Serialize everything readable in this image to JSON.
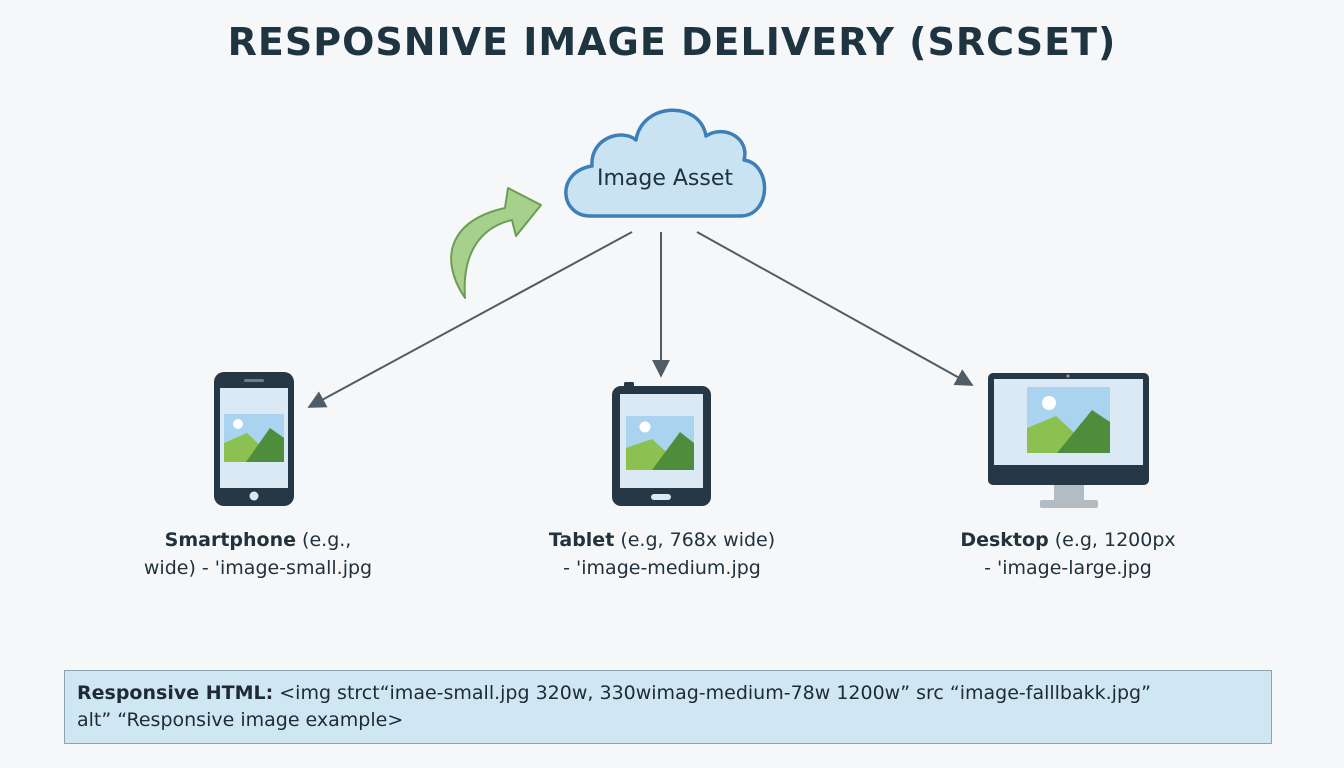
{
  "title": "RESPOSNIVE IMAGE DELIVERY (SRCSET)",
  "cloud": {
    "label": "Image Asset"
  },
  "devices": [
    {
      "name": "Smartphone",
      "line1": " (e.g.,",
      "line2": "wide) - 'image-small.jpg"
    },
    {
      "name": "Tablet",
      "line1": " (e.g, 768x wide)",
      "line2": " - 'image-medium.jpg"
    },
    {
      "name": "Desktop",
      "line1": " (e.g, 1200px",
      "line2": " - 'image-large.jpg"
    }
  ],
  "code": {
    "label": "Responsive HTML:",
    "line1": " <img strct“imae-small.jpg 320w, 330wimag-medium-78w 1200w”  src “image-falllbakk.jpg”",
    "line2": "alt” “Responsive image example>"
  },
  "colors": {
    "cloud_fill": "#c9e3f3",
    "cloud_stroke": "#3d7fb8",
    "arrow": "#505c66",
    "green_arrow": "#a8d08d",
    "device_body": "#263746",
    "screen": "#dbe9f4",
    "sky": "#a9d3ef",
    "hill_light": "#8cc152",
    "hill_dark": "#4e8d3c",
    "code_bg": "#cfe7f2"
  }
}
